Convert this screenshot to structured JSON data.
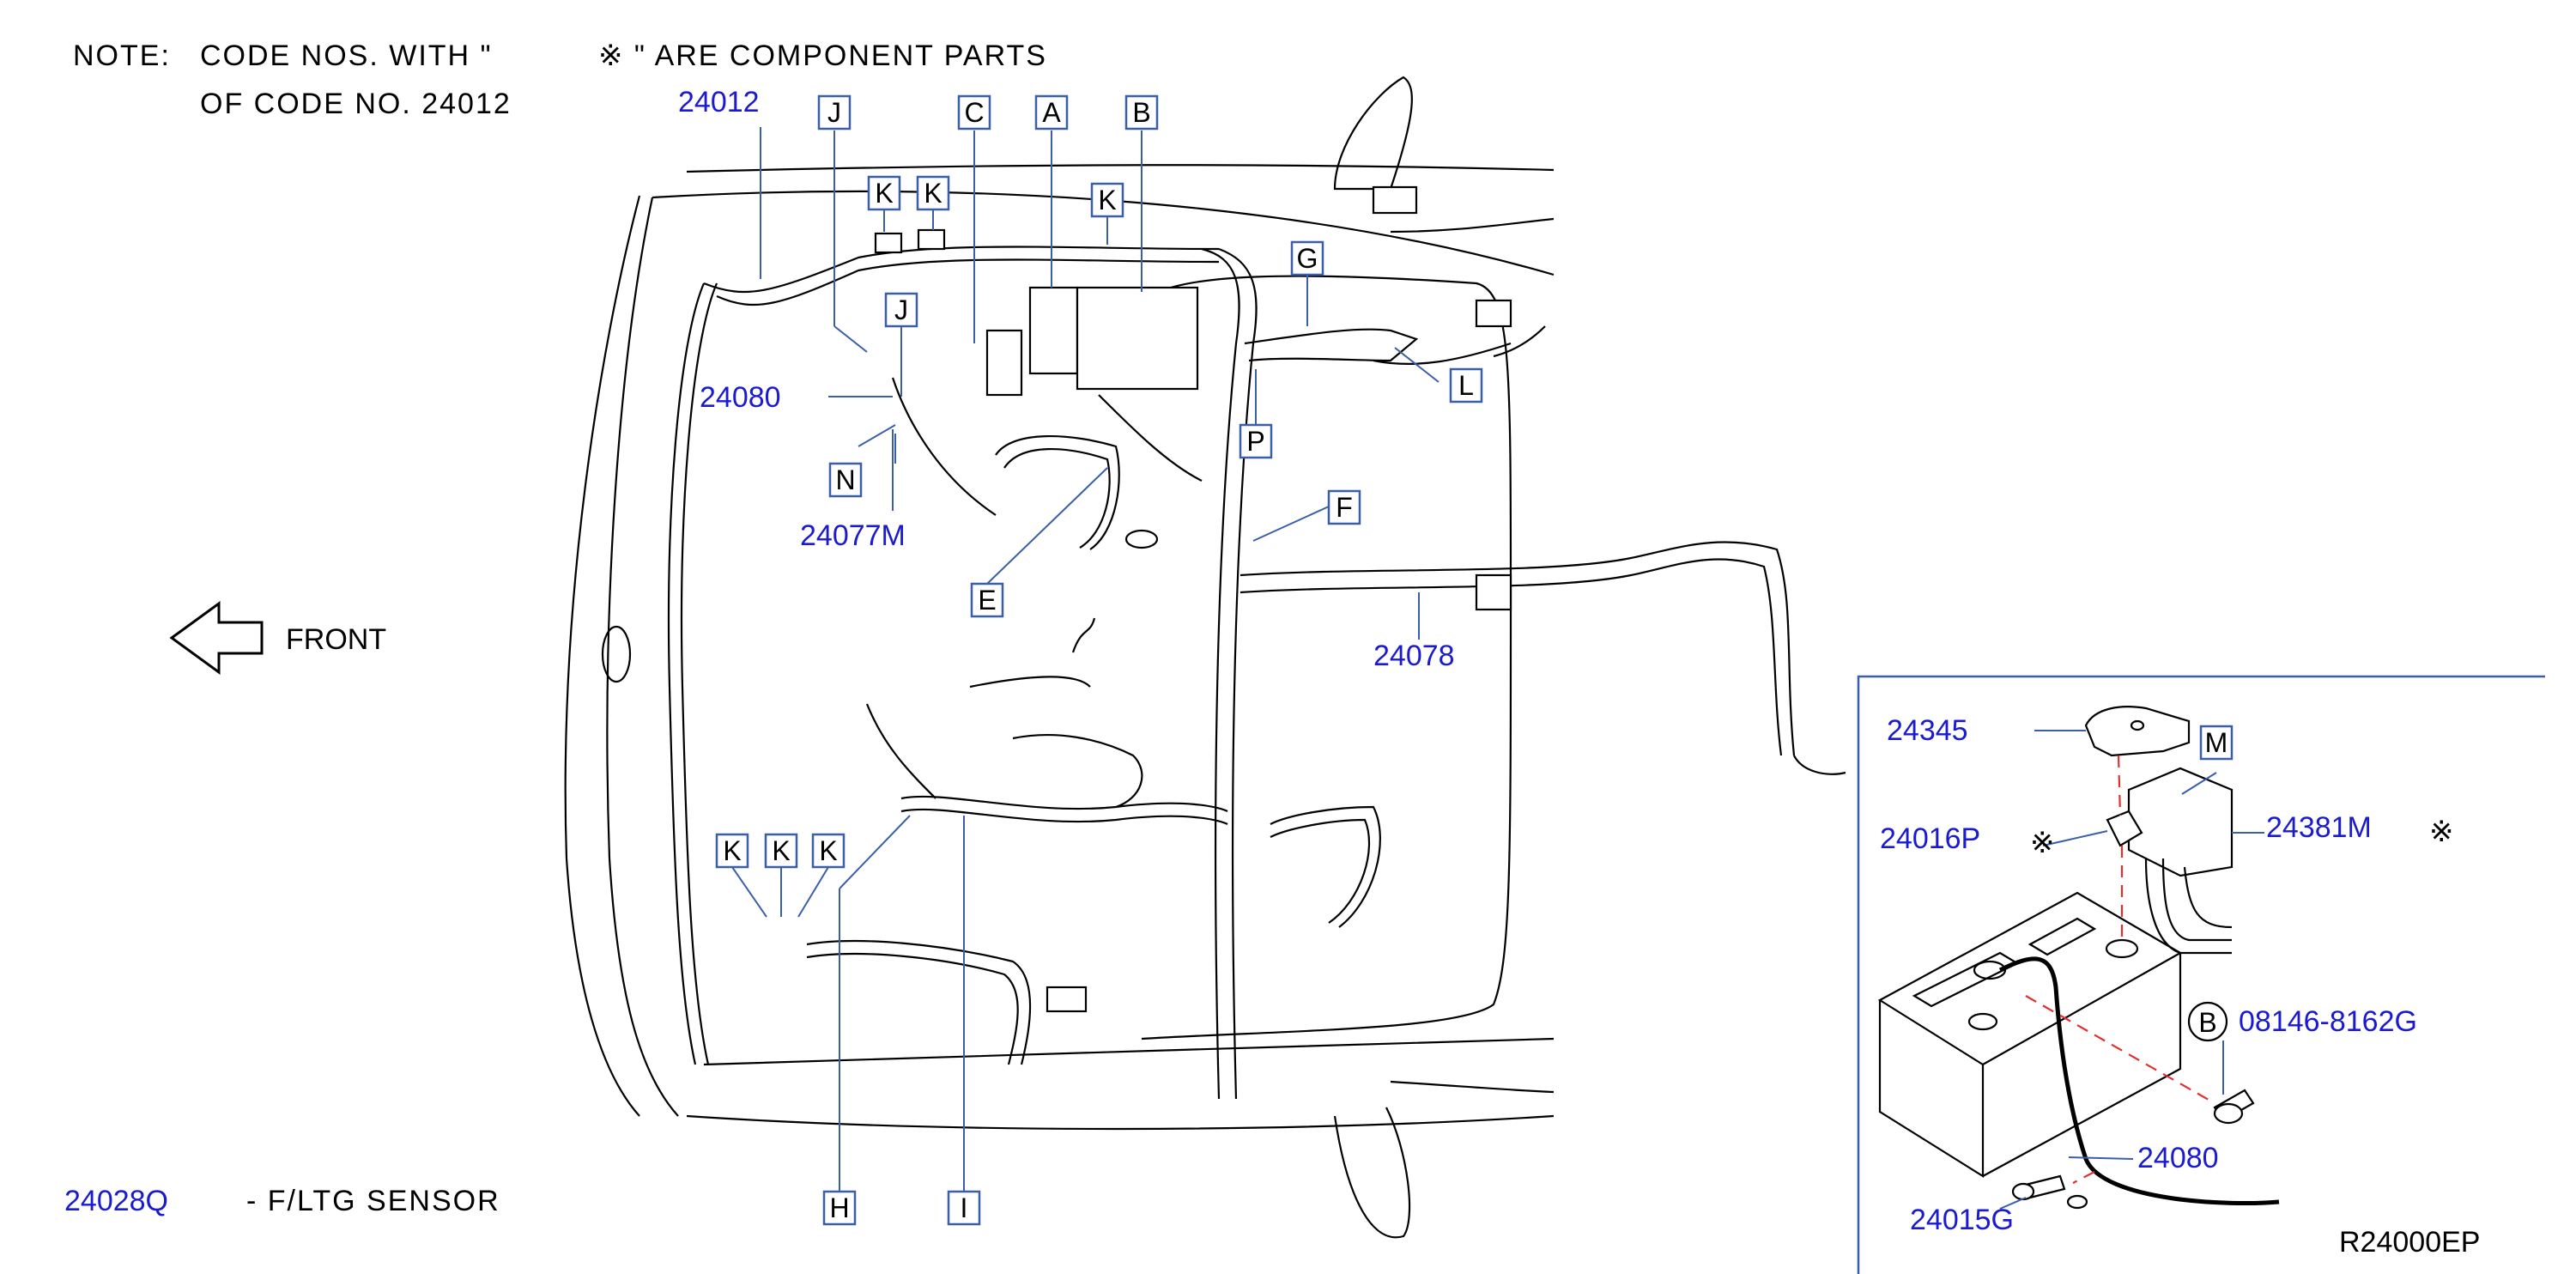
{
  "note": {
    "line1_prefix": "NOTE:",
    "line1_a": "CODE NOS. WITH \"",
    "line1_b": "※ \" ARE COMPONENT PARTS",
    "line2": "OF CODE NO. 24012"
  },
  "front_label": "FRONT",
  "sensor_code": "24028Q",
  "sensor_desc": "-  F/LTG  SENSOR",
  "drawing_id": "R24000EP",
  "asterisk": "※",
  "main_parts": {
    "p24012": "24012",
    "p24080": "24080",
    "p24077M": "24077M",
    "p24078": "24078"
  },
  "callouts": {
    "A": "A",
    "B": "B",
    "C": "C",
    "D": "J",
    "E": "E",
    "F": "F",
    "G": "G",
    "H": "H",
    "I": "I",
    "J": "J",
    "K": "K",
    "L": "L",
    "M": "M",
    "N": "N",
    "P": "P"
  },
  "inset_parts": {
    "p24345": "24345",
    "p24016P": "24016P",
    "p24381M": "24381M",
    "p08146": "08146-8162G",
    "p24080b": "24080",
    "p24015G": "24015G",
    "bolt_ref": "B"
  }
}
